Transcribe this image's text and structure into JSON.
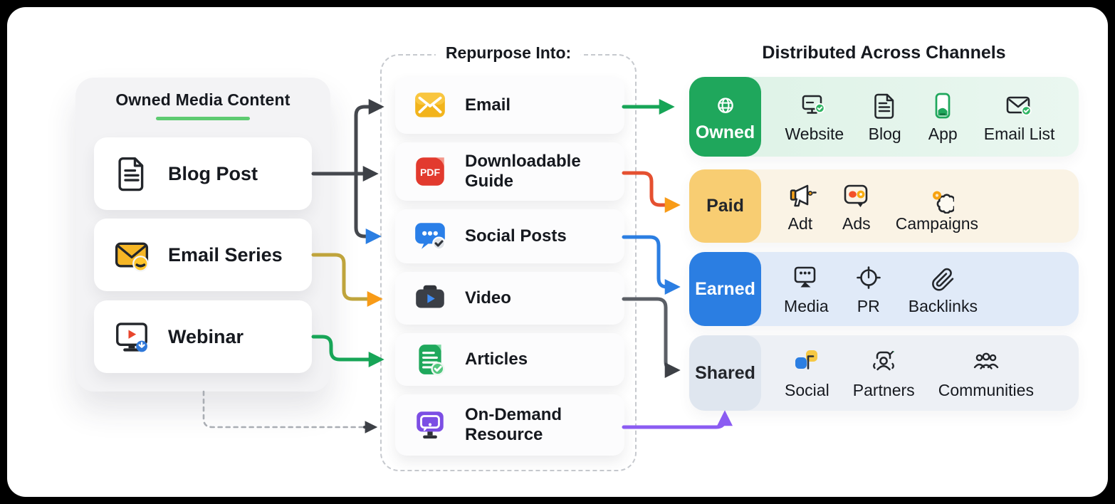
{
  "left_panel": {
    "title": "Owned Media Content",
    "underline_color": "#5ecb71",
    "items": [
      {
        "label": "Blog Post",
        "icon": "blog-post-icon"
      },
      {
        "label": "Email Series",
        "icon": "email-series-icon"
      },
      {
        "label": "Webinar",
        "icon": "webinar-icon"
      }
    ]
  },
  "middle_panel": {
    "title": "Repurpose Into:",
    "items": [
      {
        "label": "Email",
        "icon": "email-icon"
      },
      {
        "label": "Downloadable Guide",
        "icon": "pdf-icon",
        "icon_text": "PDF"
      },
      {
        "label": "Social Posts",
        "icon": "social-posts-icon"
      },
      {
        "label": "Video",
        "icon": "video-icon"
      },
      {
        "label": "Articles",
        "icon": "articles-icon"
      },
      {
        "label": "On-Demand Resource",
        "icon": "on-demand-monitor-icon"
      }
    ]
  },
  "right_panel": {
    "title": "Distributed Across Channels",
    "rows": [
      {
        "tab": "Owned",
        "tab_icon": "globe-icon",
        "tab_color": "#1fa75c",
        "row_color": "#e2f3e9",
        "tab_text_color": "#ffffff",
        "items": [
          {
            "label": "Website",
            "icon": "website-icon"
          },
          {
            "label": "Blog",
            "icon": "blog-icon"
          },
          {
            "label": "App",
            "icon": "app-icon"
          },
          {
            "label": "Email List",
            "icon": "email-list-icon"
          }
        ]
      },
      {
        "tab": "Paid",
        "tab_color": "#f8cd72",
        "row_color": "#faf3e5",
        "tab_text_color": "#23262b",
        "items": [
          {
            "label": "Adt",
            "icon": "megaphone-icon"
          },
          {
            "label": "Ads",
            "icon": "ads-icon"
          },
          {
            "label": "Campaigns",
            "icon": "campaigns-flower-icon"
          }
        ]
      },
      {
        "tab": "Earned",
        "tab_color": "#2b7ee2",
        "row_color": "#e0eaf8",
        "tab_text_color": "#ffffff",
        "items": [
          {
            "label": "Media",
            "icon": "media-monitor-icon"
          },
          {
            "label": "PR",
            "icon": "pr-compass-icon"
          },
          {
            "label": "Backlinks",
            "icon": "paperclip-icon"
          }
        ]
      },
      {
        "tab": "Shared",
        "tab_color": "#dfe6ef",
        "row_color": "#edf0f5",
        "tab_text_color": "#23262b",
        "items": [
          {
            "label": "Social",
            "icon": "social-squares-icon"
          },
          {
            "label": "Partners",
            "icon": "partners-icon"
          },
          {
            "label": "Communities",
            "icon": "communities-icon"
          }
        ]
      }
    ]
  },
  "connections": [
    {
      "from": "Blog Post",
      "to": "Email",
      "line_color": "#45484e",
      "arrowhead_color": "#3d4046"
    },
    {
      "from": "Blog Post",
      "to": "Downloadable Guide",
      "line_color": "#45484e",
      "arrowhead_color": "#3d4046"
    },
    {
      "from": "Blog Post",
      "to": "Social Posts",
      "line_color": "#45484e",
      "arrowhead_color": "#2b7ee2"
    },
    {
      "from": "Email Series",
      "to": "Video",
      "line_color": "#bfa43c",
      "arrowhead_color": "#f89b17"
    },
    {
      "from": "Webinar",
      "to": "Articles",
      "line_color": "#17a557",
      "arrowhead_color": "#17a557"
    },
    {
      "from": "Owned Media Content",
      "to": "On-Demand Resource",
      "line_color": "#a9adb3",
      "line_style": "dashed",
      "arrowhead_color": "#3d4046"
    },
    {
      "from": "Email",
      "to": "Owned",
      "line_color": "#17a557",
      "arrowhead_color": "#17a557"
    },
    {
      "from": "Downloadable Guide",
      "to": "Paid",
      "line_color": "#e55030",
      "arrowhead_color": "#f89b17"
    },
    {
      "from": "Social Posts",
      "to": "Earned",
      "line_color": "#2b7ee2",
      "arrowhead_color": "#2b7ee2"
    },
    {
      "from": "Video",
      "to": "Shared",
      "line_color": "#5b5f66",
      "arrowhead_color": "#3d4046"
    },
    {
      "from": "On-Demand Resource",
      "to": "Shared",
      "line_color": "#8b5cf2",
      "arrowhead_color": "#8b5cf2"
    }
  ],
  "colors": {
    "canvas": "#ffffff",
    "left_panel_bg": "#f3f3f5",
    "text": "#16191f",
    "owned_green": "#1fa75c",
    "paid_yellow": "#f8cd72",
    "earned_blue": "#2b7ee2",
    "shared_gray": "#dfe6ef",
    "purple": "#8b5cf2"
  }
}
